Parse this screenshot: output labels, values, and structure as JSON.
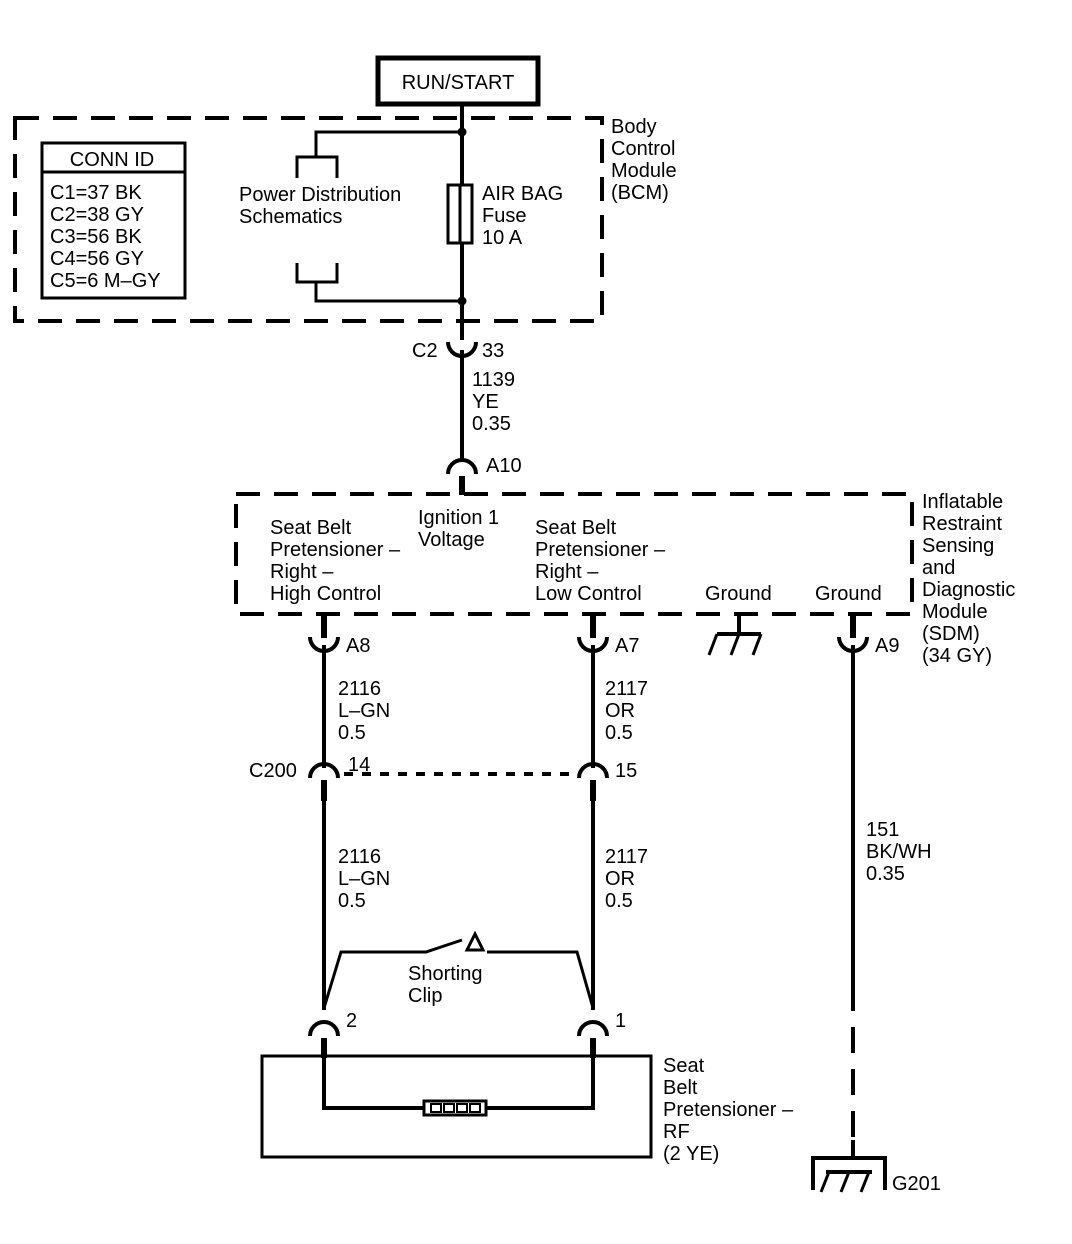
{
  "power_source": "RUN/START",
  "bcm": {
    "label": [
      "Body",
      "Control",
      "Module",
      "(BCM)"
    ],
    "conn_id": {
      "title": "CONN ID",
      "rows": [
        "C1=37 BK",
        "C2=38 GY",
        "C3=56 BK",
        "C4=56 GY",
        "C5=6 M–GY"
      ]
    },
    "pds_label": [
      "Power Distribution",
      "Schematics"
    ],
    "fuse": [
      "AIR BAG",
      "Fuse",
      "10 A"
    ]
  },
  "c2": {
    "connector": "C2",
    "pin": "33"
  },
  "wire_1139": [
    "1139",
    "YE",
    "0.35"
  ],
  "a10": "A10",
  "sdm": {
    "label": [
      "Inflatable",
      "Restraint",
      "Sensing",
      "and",
      "Diagnostic",
      "Module",
      "(SDM)",
      "(34 GY)"
    ],
    "high": [
      "Seat Belt",
      "Pretensioner –",
      "Right –",
      "High Control"
    ],
    "ign": [
      "Ignition 1",
      "Voltage"
    ],
    "low": [
      "Seat Belt",
      "Pretensioner –",
      "Right –",
      "Low Control"
    ],
    "ground1": "Ground",
    "ground2": "Ground"
  },
  "pins": {
    "a8": "A8",
    "a7": "A7",
    "a9": "A9"
  },
  "wire_2116_upper": [
    "2116",
    "L–GN",
    "0.5"
  ],
  "wire_2117_upper": [
    "2117",
    "OR",
    "0.5"
  ],
  "c200": {
    "connector": "C200",
    "pin_left": "14",
    "pin_right": "15"
  },
  "wire_2116_lower": [
    "2116",
    "L–GN",
    "0.5"
  ],
  "wire_2117_lower": [
    "2117",
    "OR",
    "0.5"
  ],
  "wire_151": [
    "151",
    "BK/WH",
    "0.35"
  ],
  "shorting_clip": [
    "Shorting",
    "Clip"
  ],
  "pretensioner_pins": {
    "left": "2",
    "right": "1"
  },
  "pretensioner": [
    "Seat",
    "Belt",
    "Pretensioner –",
    "RF",
    "(2 YE)"
  ],
  "ground_g201": "G201"
}
